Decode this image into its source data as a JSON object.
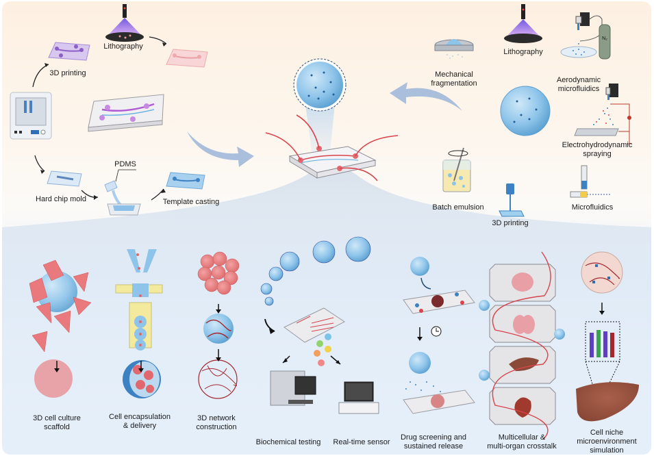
{
  "top_left": {
    "lithography": "Lithography",
    "printing_3d": "3D printing",
    "hard_chip_mold": "Hard chip mold",
    "pdms": "PDMS",
    "template_casting": "Template casting"
  },
  "top_right": {
    "mechanical_fragmentation_1": "Mechanical",
    "mechanical_fragmentation_2": "fragmentation",
    "lithography": "Lithography",
    "aerodynamic_1": "Aerodynamic",
    "aerodynamic_2": "microfluidics",
    "ehd_1": "Electrohydrodynamic",
    "ehd_2": "spraying",
    "batch_emulsion": "Batch emulsion",
    "printing_3d": "3D printing",
    "microfluidics": "Microfluidics",
    "gas_label": "N₂"
  },
  "applications": [
    {
      "line1": "3D cell culture",
      "line2": "scaffold"
    },
    {
      "line1": "Cell encapsulation",
      "line2": "& delivery"
    },
    {
      "line1": "3D network",
      "line2": "construction"
    },
    {
      "line1": "Biochemical testing",
      "line2": ""
    },
    {
      "line1": "Real-time sensor",
      "line2": ""
    },
    {
      "line1": "Drug screening and",
      "line2": "sustained release"
    },
    {
      "line1": "Multicellular &",
      "line2": "multi-organ crosstalk"
    },
    {
      "line1": "Cell niche",
      "line2": "microenvironment",
      "line3": "simulation"
    }
  ],
  "colors": {
    "top_bg": "#fdf0e1",
    "bottom_bg": "#e3eef9",
    "microsphere": "#8ec4ea",
    "channel_red": "#d9434b",
    "arrow_blue": "#a9bfdc",
    "lithography_purple": "#9b6fe0"
  }
}
